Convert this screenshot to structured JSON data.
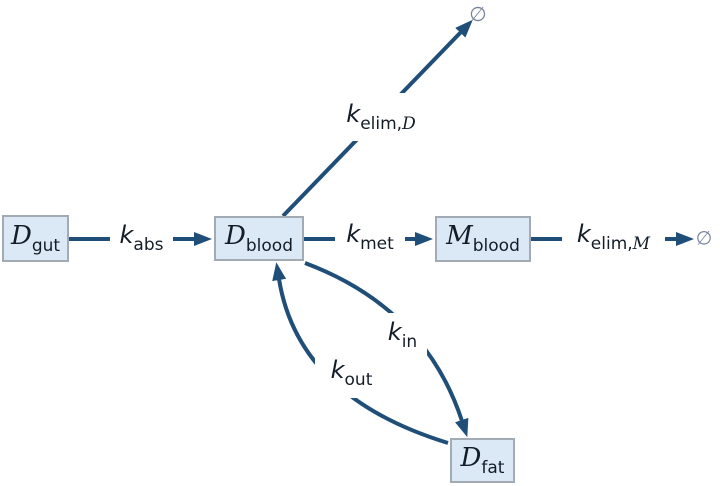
{
  "nodes": {
    "gut": {
      "letter": "D",
      "symbol": "𝒟",
      "sub": "gut"
    },
    "blood": {
      "letter": "D",
      "symbol": "𝒟",
      "sub": "blood"
    },
    "mblood": {
      "letter": "M",
      "symbol": "ℳ",
      "sub": "blood"
    },
    "fat": {
      "letter": "D",
      "symbol": "𝒟",
      "sub": "fat"
    }
  },
  "rates": {
    "abs": {
      "k": "k",
      "sub": "abs"
    },
    "met": {
      "k": "k",
      "sub": "met"
    },
    "elim_d": {
      "k": "k",
      "sub": "elim,",
      "script": "D",
      "script_symbol": "𝒟"
    },
    "elim_m": {
      "k": "k",
      "sub": "elim,",
      "script": "M",
      "script_symbol": "ℳ"
    },
    "in": {
      "k": "k",
      "sub": "in"
    },
    "out": {
      "k": "k",
      "sub": "out"
    }
  },
  "sinks": {
    "top": "∅",
    "right": "∅"
  },
  "colors": {
    "arrow": "#1f4e79",
    "node_fill": "#dbe9f7",
    "node_border": "#a2abb4",
    "label_background": "#ffffff",
    "text": "#131d28",
    "empty_set": "#76829b"
  }
}
